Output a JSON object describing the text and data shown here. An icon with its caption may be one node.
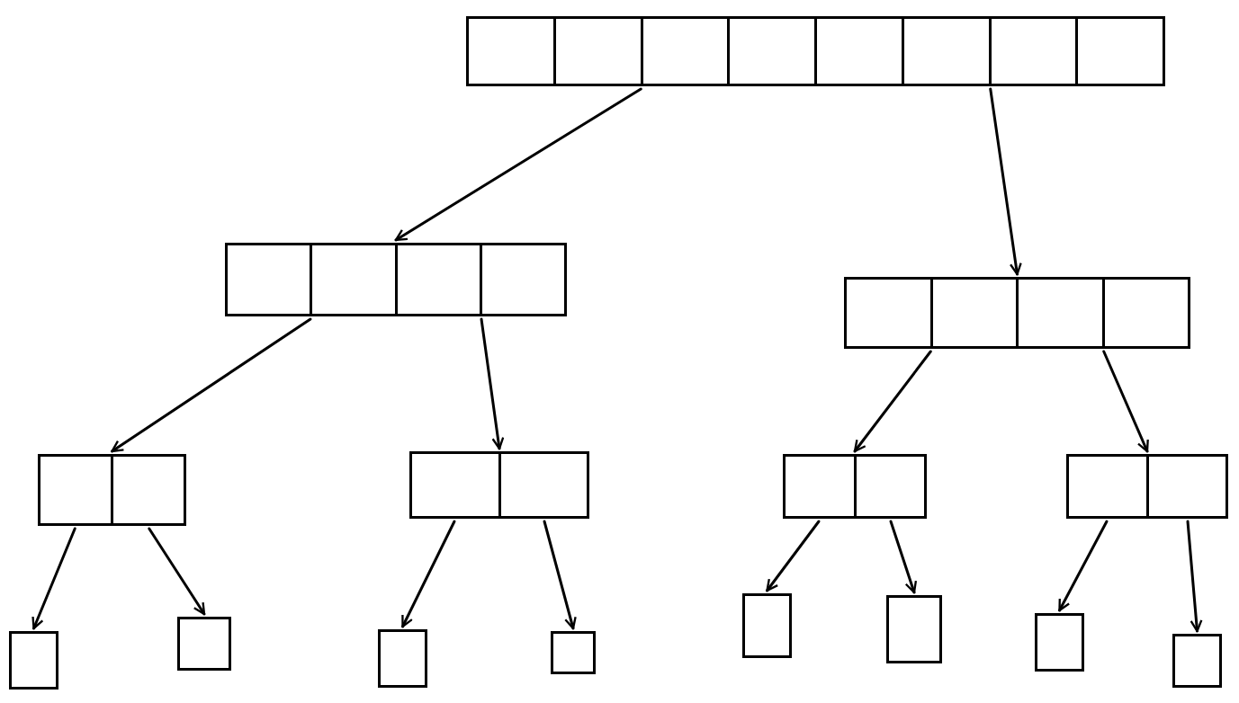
{
  "diagram": {
    "nodes": [
      {
        "text": [],
        "shape": "box"
      },
      {
        "text": [],
        "shape": "box"
      },
      {
        "text": [],
        "shape": "box"
      },
      {
        "text": [],
        "shape": "box"
      },
      {
        "text": [],
        "shape": "box"
      },
      {
        "text": [],
        "shape": "box"
      },
      {
        "text": [],
        "shape": "box"
      },
      {
        "text": [],
        "shape": "box"
      },
      {
        "text": [],
        "shape": "box"
      },
      {
        "text": [],
        "shape": "box"
      },
      {
        "text": [],
        "shape": "box"
      },
      {
        "text": [],
        "shape": "box"
      },
      {
        "text": [],
        "shape": "box"
      },
      {
        "text": [],
        "shape": "box"
      },
      {
        "text": [],
        "shape": "box"
      }
    ],
    "edges": [
      {
        "from": 0,
        "to": 1,
        "arrow": "to"
      },
      {
        "from": 0,
        "to": 2,
        "arrow": "to"
      },
      {
        "from": 1,
        "to": 3,
        "arrow": "to"
      },
      {
        "from": 1,
        "to": 4,
        "arrow": "to"
      },
      {
        "from": 2,
        "to": 5,
        "arrow": "to"
      },
      {
        "from": 2,
        "to": 6,
        "arrow": "to"
      },
      {
        "from": 3,
        "to": 7,
        "arrow": "to"
      },
      {
        "from": 3,
        "to": 8,
        "arrow": "to"
      },
      {
        "from": 4,
        "to": 9,
        "arrow": "to"
      },
      {
        "from": 4,
        "to": 10,
        "arrow": "to"
      },
      {
        "from": 5,
        "to": 11,
        "arrow": "to"
      },
      {
        "from": 5,
        "to": 12,
        "arrow": "to"
      },
      {
        "from": 6,
        "to": 13,
        "arrow": "to"
      },
      {
        "from": 6,
        "to": 14,
        "arrow": "to"
      }
    ]
  }
}
